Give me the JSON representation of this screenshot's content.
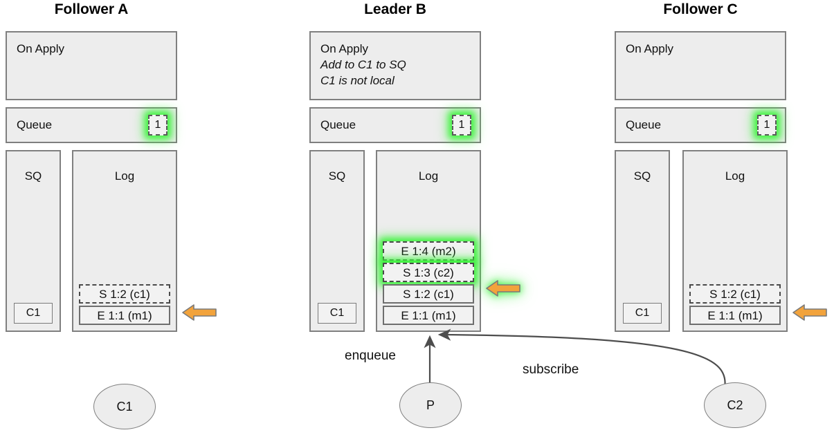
{
  "diagram": {
    "title_bar": "",
    "nodes": [
      {
        "id": "follower-a",
        "title": "Follower A",
        "on_apply": {
          "header": "On Apply",
          "notes": []
        },
        "queue": {
          "label": "Queue",
          "count": "1",
          "highlight": true
        },
        "sq": {
          "title": "SQ",
          "items": [
            "C1"
          ]
        },
        "log": {
          "title": "Log",
          "entries": [
            {
              "text": "S 1:2 (c1)",
              "style": "dashed",
              "highlight": false
            },
            {
              "text": "E 1:1 (m1)",
              "style": "solid",
              "highlight": false
            }
          ]
        },
        "commit_arrow": {
          "present": true,
          "highlight": false
        }
      },
      {
        "id": "leader-b",
        "title": "Leader B",
        "on_apply": {
          "header": "On Apply",
          "notes": [
            "Add to C1 to SQ",
            "C1 is not local"
          ]
        },
        "queue": {
          "label": "Queue",
          "count": "1",
          "highlight": true
        },
        "sq": {
          "title": "SQ",
          "items": [
            "C1"
          ]
        },
        "log": {
          "title": "Log",
          "entries": [
            {
              "text": "E 1:4 (m2)",
              "style": "dashed",
              "highlight": true
            },
            {
              "text": "S 1:3 (c2)",
              "style": "dashed",
              "highlight": true
            },
            {
              "text": "S 1:2 (c1)",
              "style": "solid",
              "highlight": false
            },
            {
              "text": "E 1:1 (m1)",
              "style": "solid",
              "highlight": false
            }
          ]
        },
        "commit_arrow": {
          "present": true,
          "highlight": true
        }
      },
      {
        "id": "follower-c",
        "title": "Follower C",
        "on_apply": {
          "header": "On Apply",
          "notes": []
        },
        "queue": {
          "label": "Queue",
          "count": "1",
          "highlight": true
        },
        "sq": {
          "title": "SQ",
          "items": [
            "C1"
          ]
        },
        "log": {
          "title": "Log",
          "entries": [
            {
              "text": "S 1:2 (c1)",
              "style": "dashed",
              "highlight": false
            },
            {
              "text": "E 1:1 (m1)",
              "style": "solid",
              "highlight": false
            }
          ]
        },
        "commit_arrow": {
          "present": true,
          "highlight": false
        }
      }
    ],
    "clients": [
      {
        "id": "client-c1",
        "label": "C1"
      },
      {
        "id": "producer-p",
        "label": "P"
      },
      {
        "id": "client-c2",
        "label": "C2"
      }
    ],
    "edges": [
      {
        "id": "edge-enqueue",
        "label": "enqueue",
        "from": "producer-p",
        "to": "leader-b-log"
      },
      {
        "id": "edge-subscribe",
        "label": "subscribe",
        "from": "client-c2",
        "to": "leader-b-log"
      }
    ],
    "colors": {
      "panel_fill": "#ededed",
      "panel_border": "#7f7f7f",
      "entry_fill": "#f2f2f2",
      "entry_border": "#6e6e6e",
      "highlight_glow": "#41f341",
      "arrow_fill": "#f2a33c",
      "arrow_border": "#7a7a7a",
      "edge_stroke": "#4d4d4d",
      "text": "#111111"
    }
  }
}
